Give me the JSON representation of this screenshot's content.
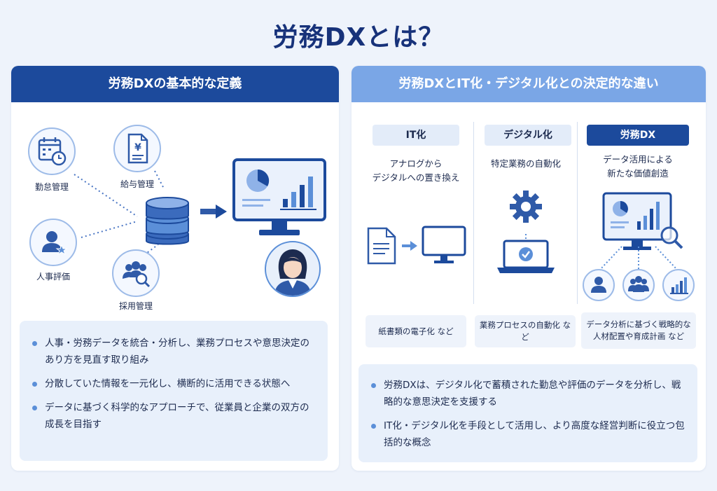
{
  "title": "労務DXとは？",
  "left_panel": {
    "header": "労務DXの基本的な定義",
    "nodes": {
      "attendance": "勤怠管理",
      "payroll": "給与管理",
      "evaluation": "人事評価",
      "recruitment": "採用管理"
    },
    "bullets": [
      "人事・労務データを統合・分析し、業務プロセスや意思決定のあり方を見直す取り組み",
      "分散していた情報を一元化し、横断的に活用できる状態へ",
      "データに基づく科学的なアプローチで、従業員と企業の双方の成長を目指す"
    ]
  },
  "right_panel": {
    "header": "労務DXとIT化・デジタル化との決定的な違い",
    "columns": [
      {
        "tag": "IT化",
        "desc_line1": "アナログから",
        "desc_line2": "デジタルへの置き換え",
        "example": "紙書類の電子化 など"
      },
      {
        "tag": "デジタル化",
        "desc_line1": "特定業務の自動化",
        "desc_line2": "",
        "example": "業務プロセスの自動化 など"
      },
      {
        "tag": "労務DX",
        "desc_line1": "データ活用による",
        "desc_line2": "新たな価値創造",
        "example_line1": "データ分析に基づく戦略的な",
        "example_line2": "人材配置や育成計画 など"
      }
    ],
    "bullets": [
      "労務DXは、デジタル化で蓄積された勤怠や評価のデータを分析し、戦略的な意思決定を支援する",
      "IT化・デジタル化を手段として活用し、より高度な経営判断に役立つ包括的な概念"
    ]
  },
  "colors": {
    "primary": "#1c4a9c",
    "light_header": "#7aa6e6",
    "accent": "#5b8fd8",
    "background": "#eef3fb"
  },
  "icons": [
    "calendar-clock-icon",
    "yen-document-icon",
    "person-star-icon",
    "people-search-icon",
    "database-icon",
    "arrow-right-icon",
    "monitor-chart-icon",
    "businesswoman-icon",
    "document-icon",
    "computer-monitor-icon",
    "gear-icon",
    "laptop-check-icon",
    "monitor-search-icon",
    "person-icon",
    "group-icon",
    "bar-chart-icon"
  ]
}
